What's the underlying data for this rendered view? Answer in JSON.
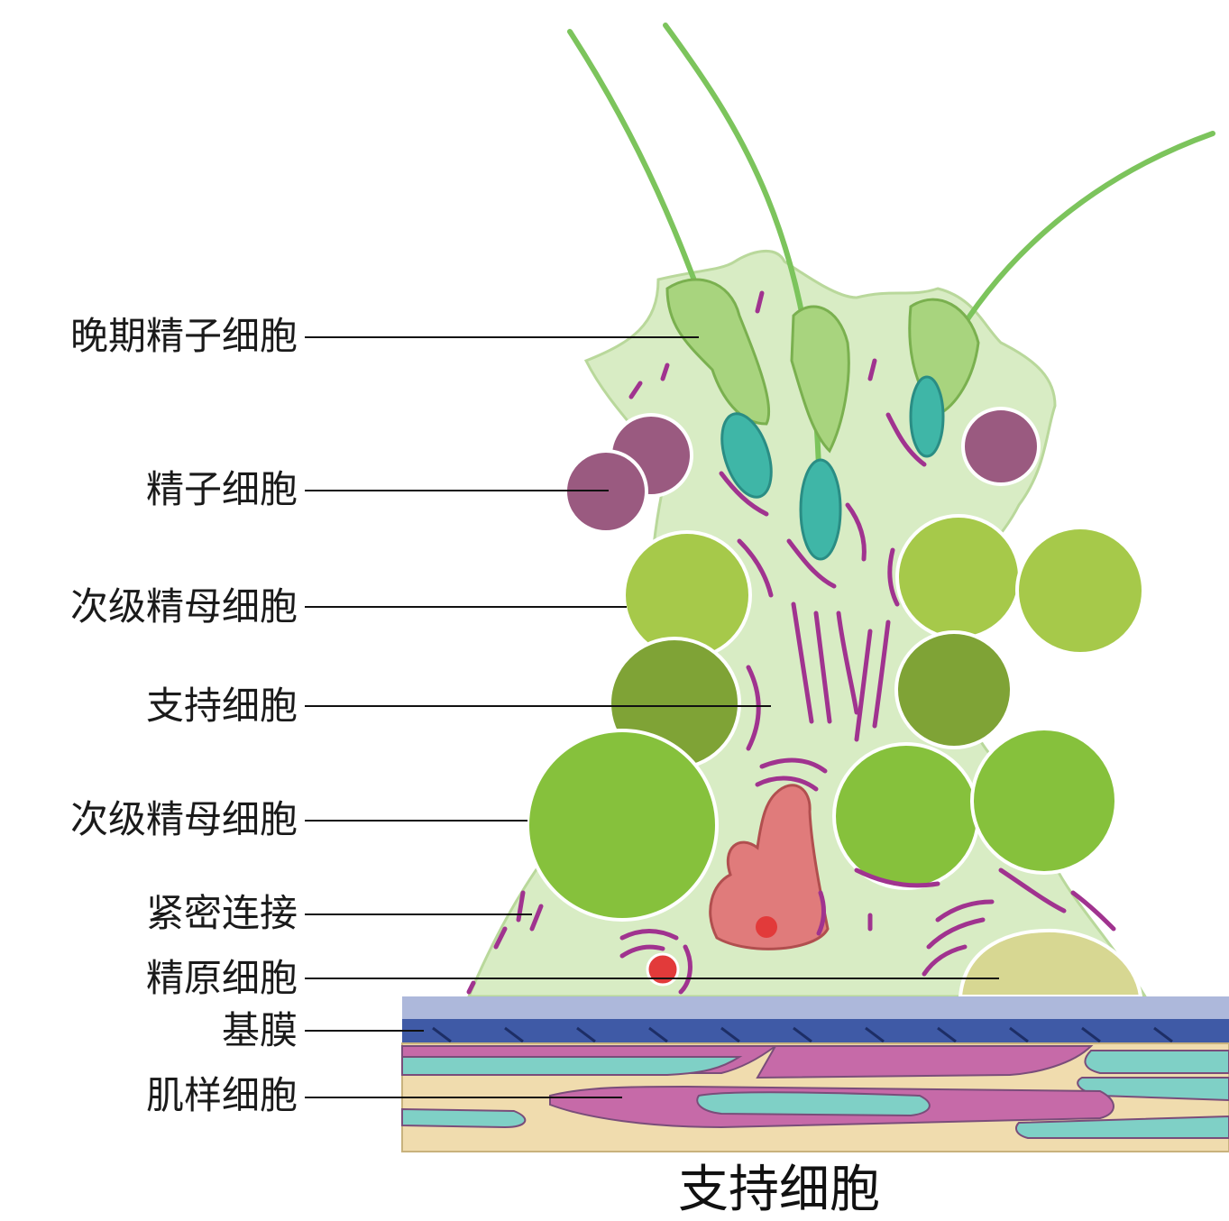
{
  "labels": [
    "晚期精子细胞",
    "精子细胞",
    "次级精母细胞",
    "支持细胞",
    "次级精母细胞",
    "紧密连接",
    "精原细胞",
    "基膜",
    "肌样细胞"
  ],
  "caption": "支持细胞",
  "colors": {
    "sertoli_cytoplasm": "#d8ecc4",
    "secondary_spermatocyte_light": "#a6c94a",
    "secondary_spermatocyte_dark": "#7fa336",
    "spermatocyte_bright": "#86c13c",
    "spermatid_purple": "#9a5a80",
    "spermatid_head": "#3fb6a7",
    "flagellum": "#7cc45c",
    "nucleus": "#e07b7b",
    "spermatogonium_yellow": "#d7d792",
    "basement_membrane": "#3f5aa6",
    "myoid_pink": "#c66aa8",
    "myoid_teal": "#7fd0c6",
    "myoid_tan": "#f0dcae",
    "organelle_magenta": "#a0338f"
  }
}
